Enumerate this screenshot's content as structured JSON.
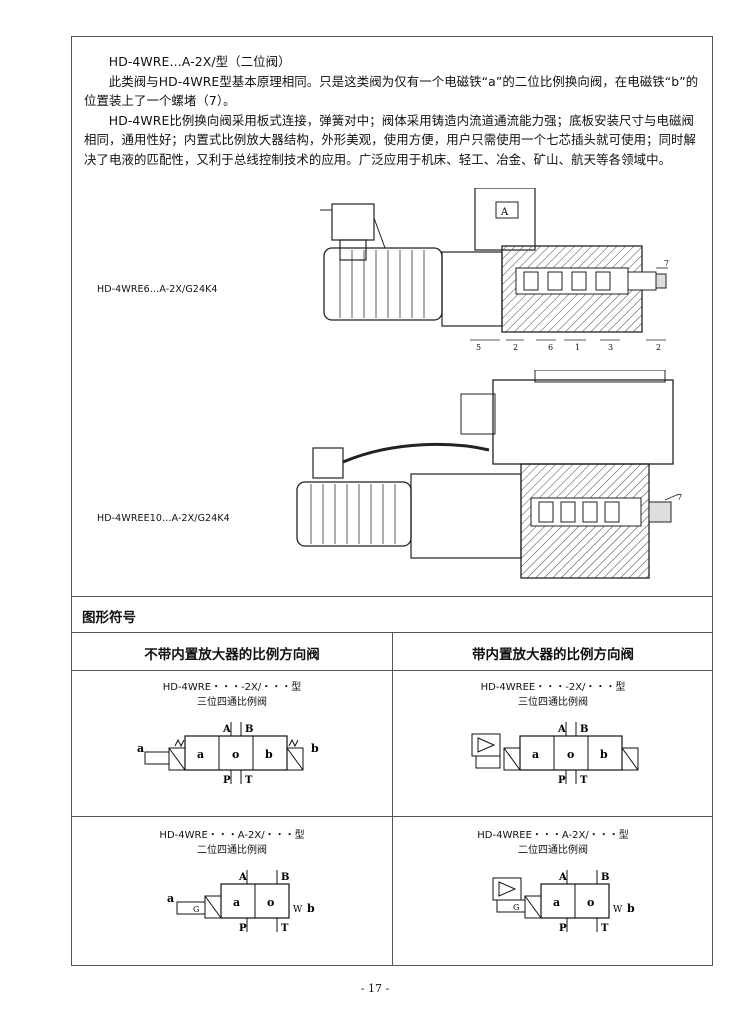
{
  "intro": {
    "title": "HD-4WRE…A-2X/型（二位阀）",
    "para1": "此类阀与HD-4WRE型基本原理相同。只是这类阀为仅有一个电磁铁“a”的二位比例换向阀，在电磁铁“b”的位置装上了一个螺堵（7）。",
    "para2": "HD-4WRE比例换向阀采用板式连接，弹簧对中；阀体采用铸造内流道通流能力强；底板安装尺寸与电磁阀相同，通用性好；内置式比例放大器结构，外形美观，使用方便，用户只需使用一个七芯插头就可使用；同时解决了电液的匹配性，又利于总线控制技术的应用。广泛应用于机床、轻工、冶金、矿山、航天等各领域中。"
  },
  "drawings": {
    "model1": "HD-4WRE6…A-2X/G24K4",
    "model2": "HD-4WREE10…A-2X/G24K4",
    "callouts1": [
      "5",
      "2",
      "6",
      "1",
      "3",
      "2",
      "7"
    ],
    "callout2": "7",
    "coil_letter": "A"
  },
  "symbols": {
    "section_title": "图形符号",
    "left_head": "不带内置放大器的比例方向阀",
    "right_head": "带内置放大器的比例方向阀",
    "cells": [
      {
        "model": "HD-4WRE・・・-2X/・・・型",
        "type": "三位四通比例阀"
      },
      {
        "model": "HD-4WREE・・・-2X/・・・型",
        "type": "三位四通比例阀"
      },
      {
        "model": "HD-4WRE・・・A-2X/・・・型",
        "type": "二位四通比例阀"
      },
      {
        "model": "HD-4WREE・・・A-2X/・・・型",
        "type": "二位四通比例阀"
      }
    ],
    "port_labels": {
      "A": "A",
      "B": "B",
      "P": "P",
      "T": "T",
      "a": "a",
      "b": "b",
      "o": "o",
      "w": "W",
      "g": "G"
    }
  },
  "footer": {
    "page": "- 17 -"
  }
}
